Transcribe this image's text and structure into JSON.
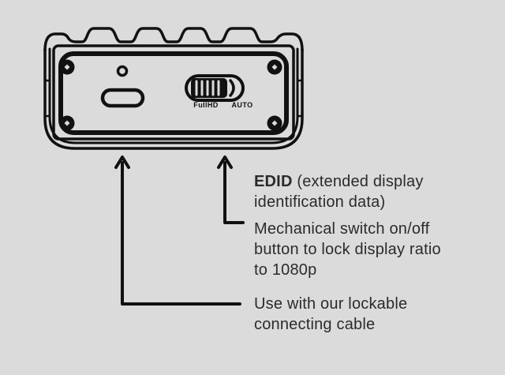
{
  "colors": {
    "background": "#dbdbdb",
    "ink": "#111111",
    "text": "#2b2b2b"
  },
  "device": {
    "description": "Top view line drawing of EDID adapter with scalloped grip edge, four corner screws, LED hole, USB-C port and slide switch",
    "switch": {
      "left_label": "FullHD",
      "right_label": "AUTO"
    }
  },
  "annotations": {
    "edid": {
      "term": "EDID",
      "line1_rest": " (extended display",
      "line2": "identification data)"
    },
    "mechanical": {
      "lines": [
        "Mechanical switch on/off",
        "button to lock display ratio",
        "to 1080p"
      ]
    },
    "cable": {
      "lines": [
        "Use with our lockable",
        "connecting cable"
      ]
    }
  }
}
